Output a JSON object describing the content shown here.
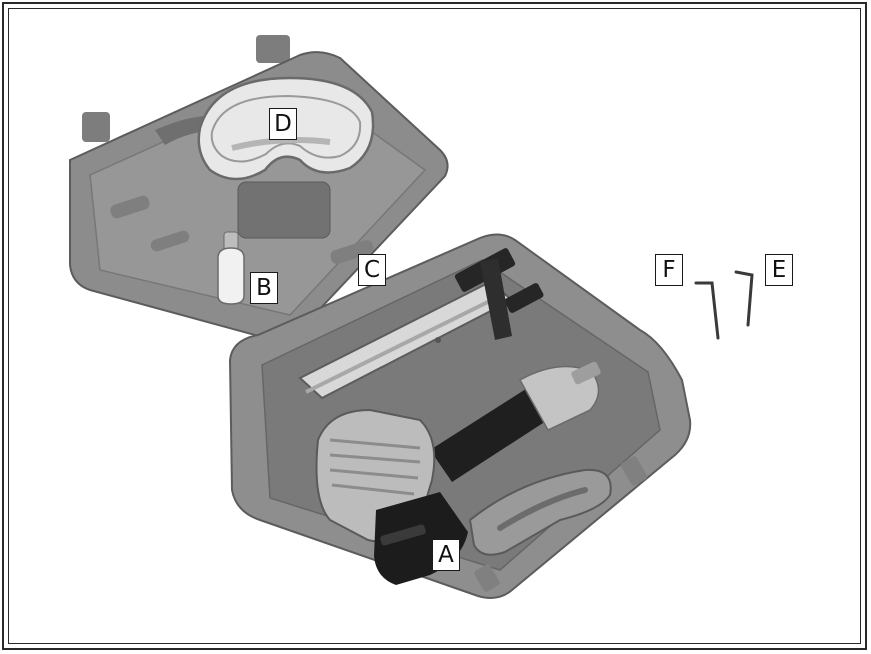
{
  "callouts": {
    "A": "A",
    "B": "B",
    "C": "C",
    "D": "D",
    "E": "E",
    "F": "F"
  },
  "colors": {
    "case_gray": "#8a8a8a",
    "case_dark": "#6e6e6e",
    "metal": "#c9c9c9",
    "black_part": "#1e1e1e"
  },
  "icons": [
    "carrying-case",
    "safety-goggles",
    "oil-bottle",
    "brad-nailer",
    "nail-magazine",
    "allen-wrench"
  ]
}
